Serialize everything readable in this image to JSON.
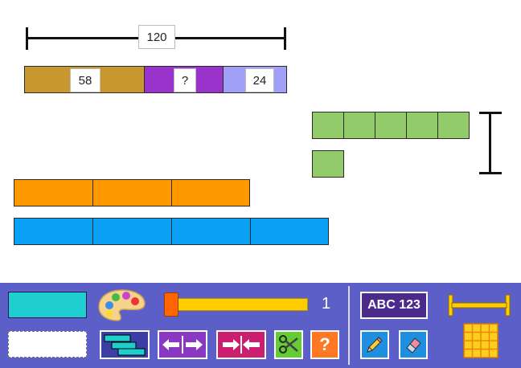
{
  "workspace": {
    "total_label": "120",
    "part_labels": [
      "58",
      "?",
      "24"
    ]
  },
  "toolbar": {
    "slider_value": "1",
    "abc_label": "ABC 123",
    "help_label": "?"
  },
  "icons": {
    "palette": "palette-icon",
    "split": "split-arrows-icon",
    "join": "join-arrows-icon",
    "cut": "scissors-icon",
    "pencil": "pencil-icon",
    "eraser": "eraser-icon",
    "ruler": "ruler-icon",
    "grid": "grid-icon"
  },
  "colors": {
    "tan": "#c8972e",
    "purple": "#9933cc",
    "lavender": "#a0a0f8",
    "green": "#92cc6a",
    "orange": "#ff9900",
    "blue": "#0aa0f5",
    "teal": "#1fcfcf",
    "toolbar": "#5b5fc7",
    "slider": "#ffcc00"
  }
}
